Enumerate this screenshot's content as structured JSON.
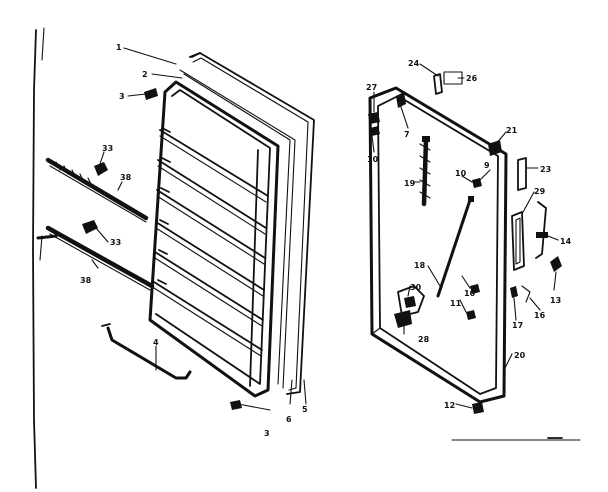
{
  "diagram": {
    "callouts": [
      {
        "id": "c1",
        "text": "1"
      },
      {
        "id": "c2",
        "text": "2"
      },
      {
        "id": "c3a",
        "text": "3"
      },
      {
        "id": "c3b",
        "text": "3"
      },
      {
        "id": "c4",
        "text": "4"
      },
      {
        "id": "c5",
        "text": "5"
      },
      {
        "id": "c6",
        "text": "6"
      },
      {
        "id": "c33a",
        "text": "33"
      },
      {
        "id": "c33b",
        "text": "33"
      },
      {
        "id": "c38a",
        "text": "38"
      },
      {
        "id": "c38b",
        "text": "38"
      },
      {
        "id": "c24",
        "text": "24"
      },
      {
        "id": "c26",
        "text": "26"
      },
      {
        "id": "c27",
        "text": "27"
      },
      {
        "id": "c7",
        "text": "7"
      },
      {
        "id": "c10a",
        "text": "10"
      },
      {
        "id": "c10b",
        "text": "10"
      },
      {
        "id": "c10c",
        "text": "10"
      },
      {
        "id": "c21",
        "text": "21"
      },
      {
        "id": "c9",
        "text": "9"
      },
      {
        "id": "c19",
        "text": "19"
      },
      {
        "id": "c23",
        "text": "23"
      },
      {
        "id": "c29",
        "text": "29"
      },
      {
        "id": "c14",
        "text": "14"
      },
      {
        "id": "c13",
        "text": "13"
      },
      {
        "id": "c16",
        "text": "16"
      },
      {
        "id": "c18",
        "text": "18"
      },
      {
        "id": "c17",
        "text": "17"
      },
      {
        "id": "c11",
        "text": "11"
      },
      {
        "id": "c30",
        "text": "30"
      },
      {
        "id": "c28",
        "text": "28"
      },
      {
        "id": "c20",
        "text": "20"
      },
      {
        "id": "c12",
        "text": "12"
      }
    ]
  }
}
